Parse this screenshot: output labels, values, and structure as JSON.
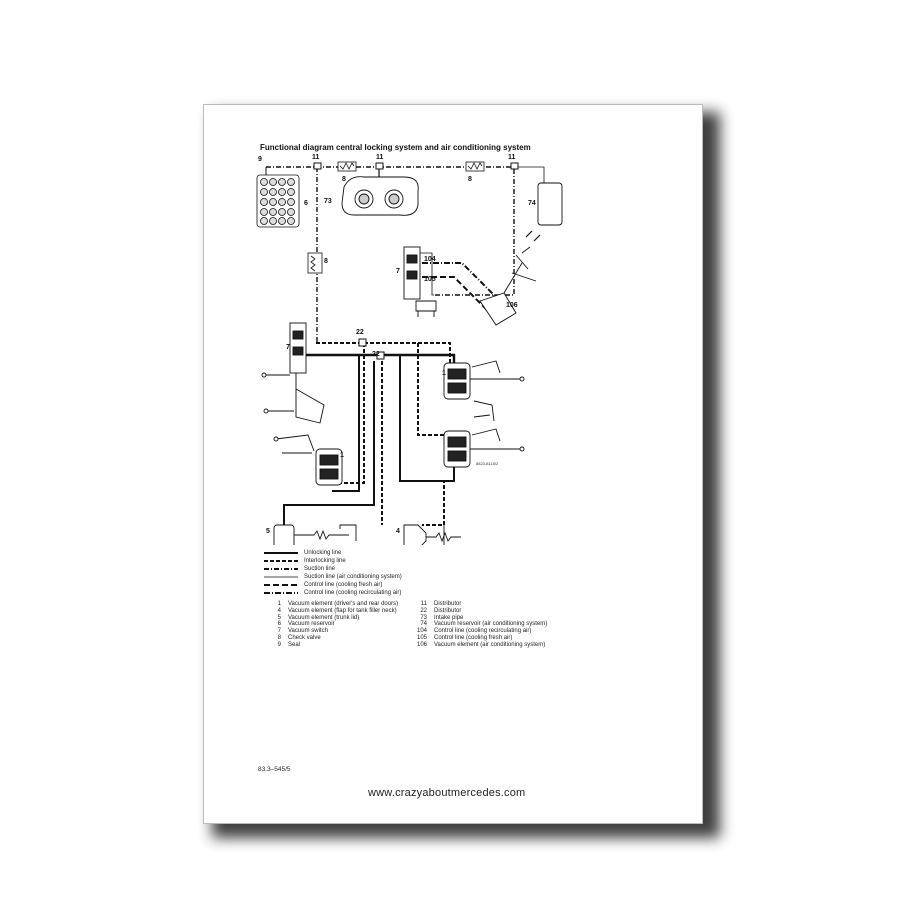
{
  "title": "Functional diagram central locking system and air conditioning system",
  "callouts": [
    "9",
    "11",
    "8",
    "11",
    "11",
    "8",
    "6",
    "73",
    "74",
    "104",
    "7",
    "105",
    "106",
    "8",
    "22",
    "7",
    "22",
    "1",
    "1",
    "5",
    "4"
  ],
  "figure_code": "8823-8118/2",
  "legend": [
    {
      "style": "solid",
      "label": "Unlocking line"
    },
    {
      "style": "dashed",
      "label": "Interlocking line"
    },
    {
      "style": "dashdot",
      "label": "Suction line"
    },
    {
      "style": "thin",
      "label": "Suction line (air conditioning system)"
    },
    {
      "style": "longdash",
      "label": "Control line (cooling fresh air)"
    },
    {
      "style": "longdashdot",
      "label": "Control line (cooling recirculating air)"
    }
  ],
  "parts_left": [
    {
      "n": "1",
      "label": "Vacuum element (driver's and rear doors)"
    },
    {
      "n": "4",
      "label": "Vacuum element (flap for tank filler neck)"
    },
    {
      "n": "5",
      "label": "Vacuum element (trunk lid)"
    },
    {
      "n": "6",
      "label": "Vacuum reservoir"
    },
    {
      "n": "7",
      "label": "Vacuum switch"
    },
    {
      "n": "8",
      "label": "Check valve"
    },
    {
      "n": "9",
      "label": "Seal"
    }
  ],
  "parts_right": [
    {
      "n": "11",
      "label": "Distributor"
    },
    {
      "n": "22",
      "label": "Distributor"
    },
    {
      "n": "73",
      "label": "Intake pipe"
    },
    {
      "n": "74",
      "label": "Vacuum reservoir (air conditioning system)"
    },
    {
      "n": "104",
      "label": "Control line (cooling recirculating air)"
    },
    {
      "n": "105",
      "label": "Control line (cooling fresh air)"
    },
    {
      "n": "106",
      "label": "Vacuum element (air conditioning system)"
    }
  ],
  "figure_ref": "83.3–545/5",
  "url": "www.crazyaboutmercedes.com"
}
